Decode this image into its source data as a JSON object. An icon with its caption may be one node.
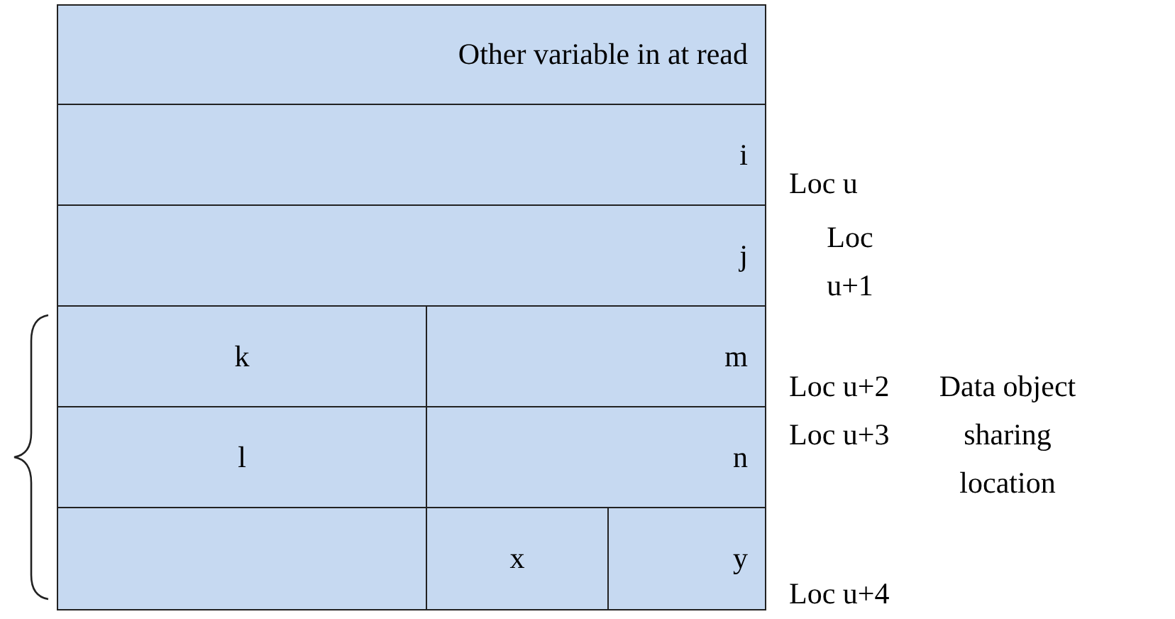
{
  "diagram": {
    "nodes": [
      {
        "text": [
          "Other variable in at read"
        ]
      },
      {
        "text": [
          "i"
        ]
      },
      {
        "text": [
          "j"
        ]
      },
      {
        "text": [
          "k"
        ]
      },
      {
        "text": [
          "m"
        ]
      },
      {
        "text": [
          "l"
        ]
      },
      {
        "text": [
          "n"
        ]
      },
      {
        "text": [],
        "shape": "box"
      },
      {
        "text": [
          "x"
        ]
      },
      {
        "text": [
          "y"
        ]
      }
    ],
    "edges": [],
    "labels": [
      "Loc u",
      "Loc u+1",
      "Loc u+2",
      "Data object sharing location",
      "Loc u+3",
      "Loc u+4"
    ]
  }
}
